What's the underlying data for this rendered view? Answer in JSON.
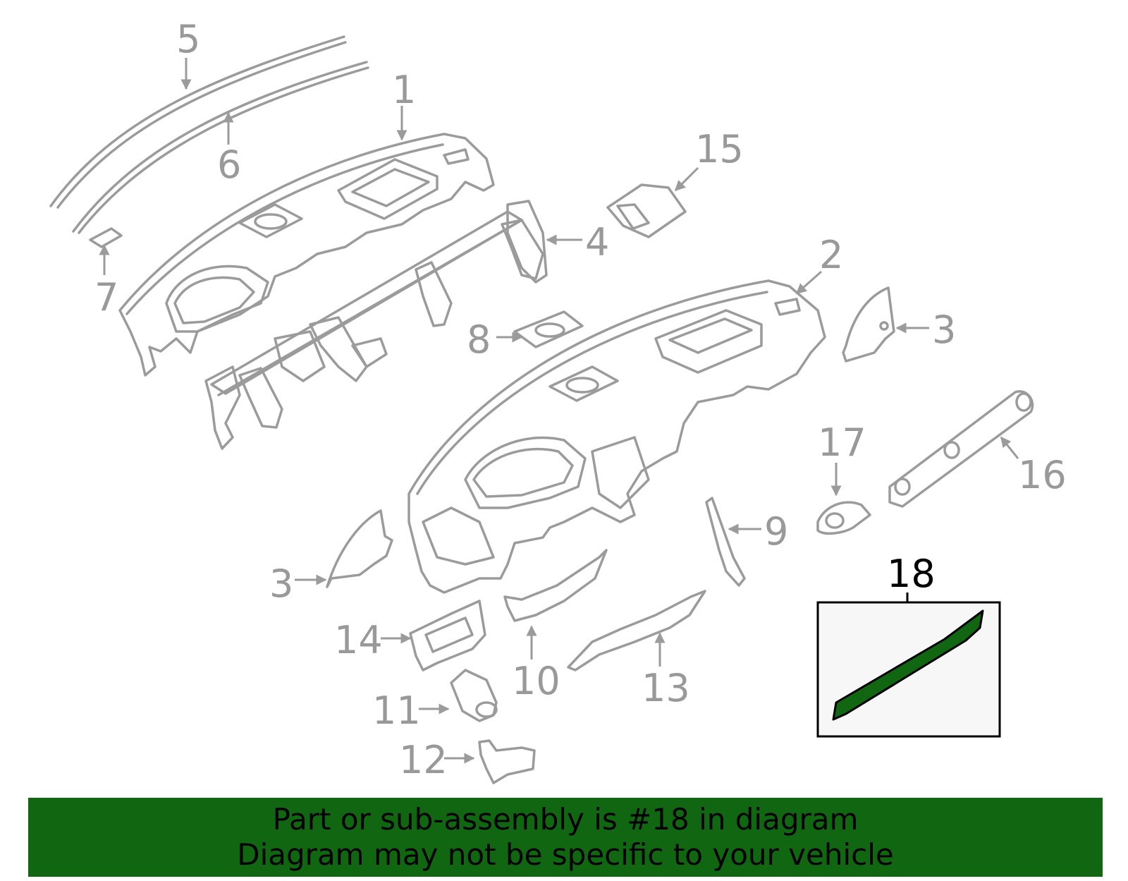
{
  "callouts": {
    "c1": "1",
    "c2": "2",
    "c3a": "3",
    "c3b": "3",
    "c4": "4",
    "c5": "5",
    "c6": "6",
    "c7": "7",
    "c8": "8",
    "c9": "9",
    "c10": "10",
    "c11": "11",
    "c12": "12",
    "c13": "13",
    "c14": "14",
    "c15": "15",
    "c16": "16",
    "c17": "17",
    "c18": "18"
  },
  "highlight": {
    "part_number": "18",
    "color": "#116611"
  },
  "banner": {
    "line1": "Part or sub-assembly is #18 in diagram",
    "line2": "Diagram may not be specific to your vehicle",
    "background": "#116611"
  }
}
